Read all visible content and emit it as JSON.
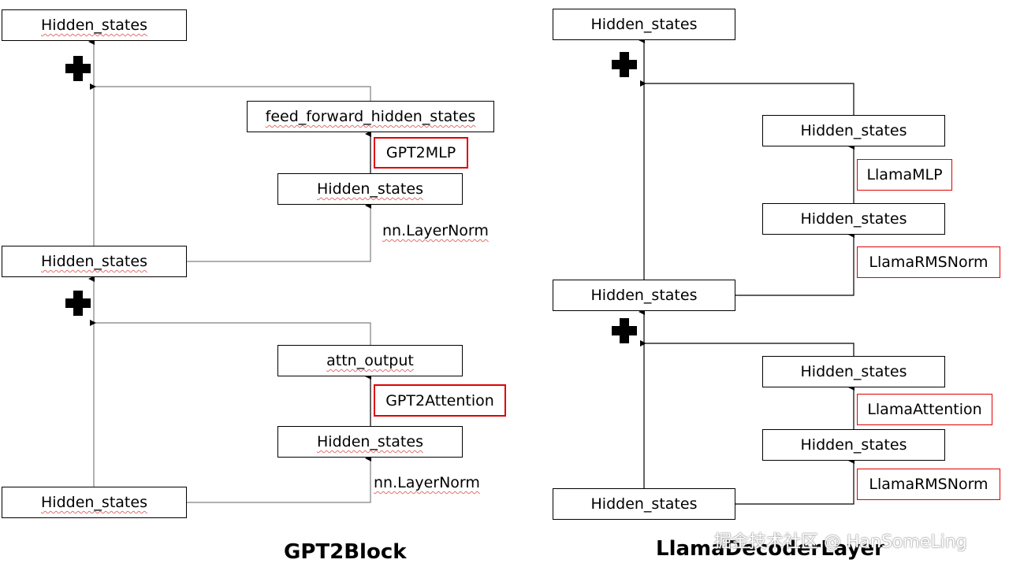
{
  "gpt2": {
    "title": "GPT2Block",
    "hidden_states_label": "Hidden_states",
    "feed_forward_label": "feed_forward_hidden_states",
    "mlp_label": "GPT2MLP",
    "layernorm_label": "nn.LayerNorm",
    "attn_output_label": "attn_output",
    "attention_label": "GPT2Attention"
  },
  "llama": {
    "title": "LlamaDecoderLayer",
    "hidden_states_label": "Hidden_states",
    "mlp_label": "LlamaMLP",
    "rmsnorm_label": "LlamaRMSNorm",
    "attention_label": "LlamaAttention"
  },
  "watermark": "掘金技术社区 @ HanSomeLing",
  "colors": {
    "module_border": "#e00000",
    "wire": "#808080"
  }
}
